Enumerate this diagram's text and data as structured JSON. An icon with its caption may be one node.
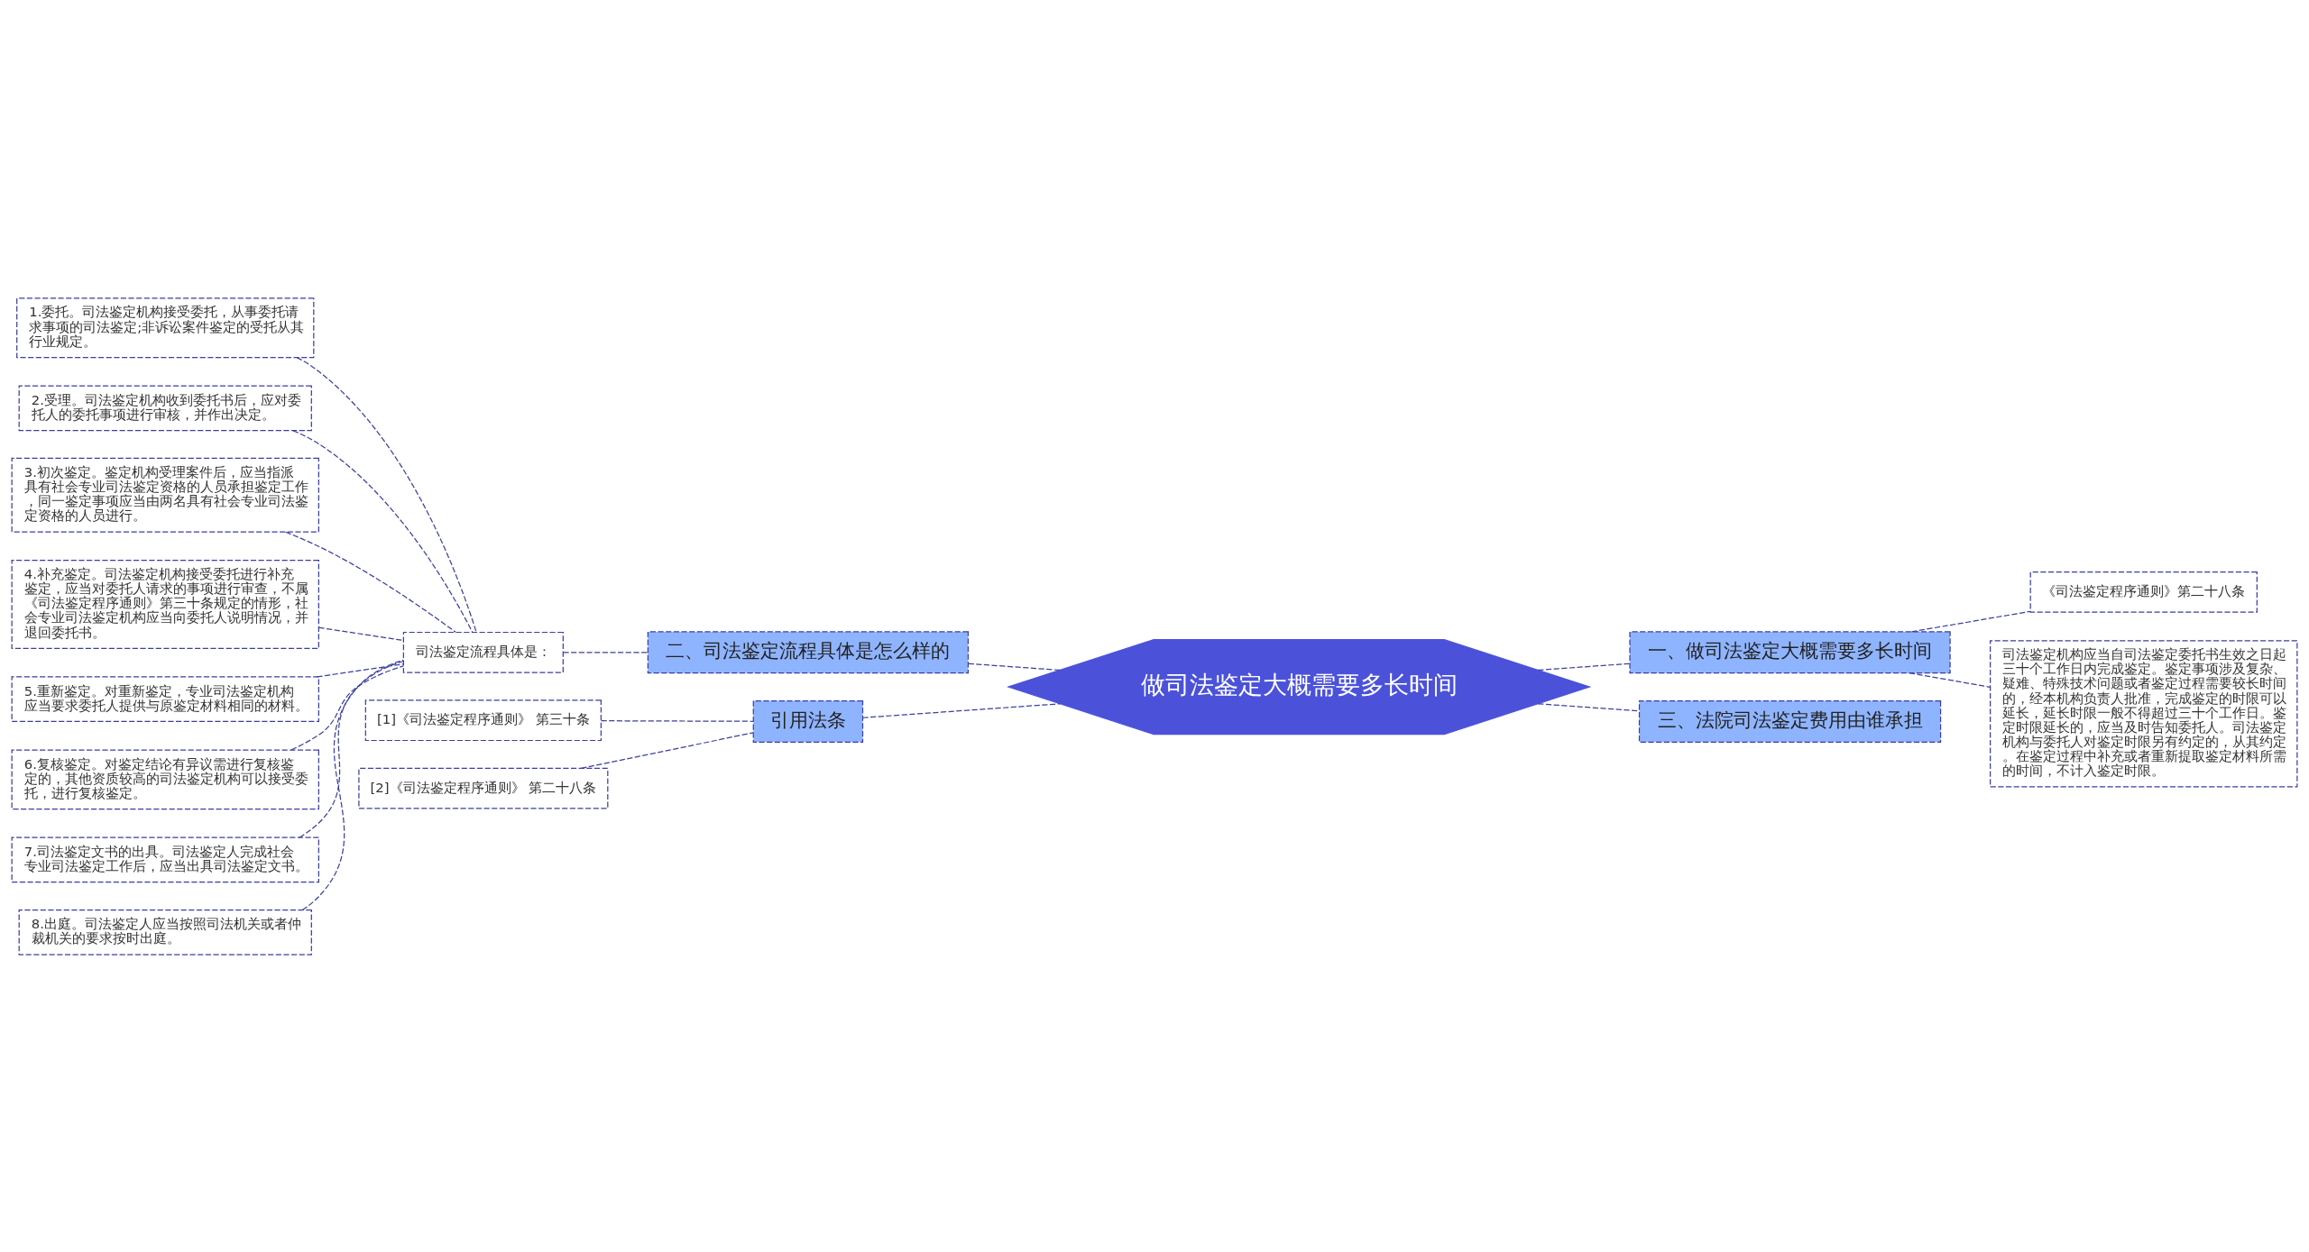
{
  "diagram": {
    "nodes": [
      {
        "text": [
          "做司法鉴定大概需要多长时间"
        ]
      },
      {
        "text": [
          "一、做司法鉴定大概需要多长时间"
        ]
      },
      {
        "text": [
          "《司法鉴定程序通则》第二十八条"
        ]
      },
      {
        "text": [
          "司法鉴定机构应当自司法鉴定委托书生效之日起三十个工作日内完成鉴定。鉴定事项涉及复杂、疑难、特殊技术问题或者鉴定过程需要较长时间的，经本机构负责人批准，完成鉴定的时限可以延长，延长时限一般不得超过三十个工作日。鉴定时限延长的，应当及时告知委托人。司法鉴定机构与委托人对鉴定时限另有约定的，从其约定。在鉴定过程中补充或者重新提取鉴定材料所需的时间，不计入鉴定时限。"
        ]
      },
      {
        "text": [
          "三、法院司法鉴定费用由谁承担"
        ]
      },
      {
        "text": [
          "二、司法鉴定流程具体是怎么样的"
        ]
      },
      {
        "text": [
          "司法鉴定流程具体是："
        ]
      },
      {
        "text": [
          "1.委托。司法鉴定机构接受委托，从事委托请求事项的司法鉴定;非诉讼案件鉴定的受托从其行业规定。"
        ]
      },
      {
        "text": [
          "2.受理。司法鉴定机构收到委托书后，应对委托人的委托事项进行审核，并作出决定。"
        ]
      },
      {
        "text": [
          "3.初次鉴定。鉴定机构受理案件后，应当指派具有社会专业司法鉴定资格的人员承担鉴定工作，同一鉴定事项应当由两名具有社会专业司法鉴定资格的人员进行。"
        ]
      },
      {
        "text": [
          "4.补充鉴定。司法鉴定机构接受委托进行补充鉴定，应当对委托人请求的事项进行审查，不属《司法鉴定程序通则》第三十条规定的情形，社会专业司法鉴定机构应当向委托人说明情况，并退回委托书。"
        ]
      },
      {
        "text": [
          "5.重新鉴定。对重新鉴定，专业司法鉴定机构应当要求委托人提供与原鉴定材料相同的材料。"
        ]
      },
      {
        "text": [
          "6.复核鉴定。对鉴定结论有异议需进行复核鉴定的，其他资质较高的司法鉴定机构可以接受委托，进行复核鉴定。"
        ]
      },
      {
        "text": [
          "7.司法鉴定文书的出具。司法鉴定人完成社会专业司法鉴定工作后，应当出具司法鉴定文书。"
        ]
      },
      {
        "text": [
          "8.出庭。司法鉴定人应当按照司法机关或者仲裁机关的要求按时出庭。"
        ]
      },
      {
        "text": [
          "引用法条"
        ]
      },
      {
        "text": [
          "[1]《司法鉴定程序通则》 第三十条"
        ]
      },
      {
        "text": [
          "[2]《司法鉴定程序通则》 第二十八条"
        ]
      }
    ],
    "edges": [
      {
        "from": 0,
        "to": 1,
        "arrow": "none",
        "style": "dashed"
      },
      {
        "from": 1,
        "to": 2,
        "arrow": "none",
        "style": "dashed"
      },
      {
        "from": 1,
        "to": 3,
        "arrow": "none",
        "style": "dashed"
      },
      {
        "from": 0,
        "to": 4,
        "arrow": "none",
        "style": "dashed"
      },
      {
        "from": 0,
        "to": 5,
        "arrow": "none",
        "style": "dashed"
      },
      {
        "from": 5,
        "to": 6,
        "arrow": "none",
        "style": "dashed"
      },
      {
        "from": 6,
        "to": 7,
        "arrow": "none",
        "style": "dashed"
      },
      {
        "from": 6,
        "to": 8,
        "arrow": "none",
        "style": "dashed"
      },
      {
        "from": 6,
        "to": 9,
        "arrow": "none",
        "style": "dashed"
      },
      {
        "from": 6,
        "to": 10,
        "arrow": "none",
        "style": "dashed"
      },
      {
        "from": 6,
        "to": 11,
        "arrow": "none",
        "style": "dashed"
      },
      {
        "from": 6,
        "to": 12,
        "arrow": "none",
        "style": "dashed"
      },
      {
        "from": 6,
        "to": 13,
        "arrow": "none",
        "style": "dashed"
      },
      {
        "from": 6,
        "to": 14,
        "arrow": "none",
        "style": "dashed"
      },
      {
        "from": 0,
        "to": 15,
        "arrow": "none",
        "style": "dashed"
      },
      {
        "from": 15,
        "to": 16,
        "arrow": "none",
        "style": "dashed"
      },
      {
        "from": 15,
        "to": 17,
        "arrow": "none",
        "style": "dashed"
      }
    ]
  }
}
